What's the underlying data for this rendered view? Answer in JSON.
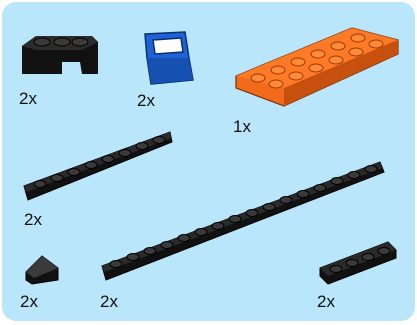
{
  "parts": [
    {
      "name": "black-corner-brick",
      "color": "#111111",
      "qty": "2x"
    },
    {
      "name": "blue-slope-panel",
      "color": "#1e63d6",
      "qty": "2x"
    },
    {
      "name": "orange-plate-2x6",
      "color": "#f26a1b",
      "qty": "1x"
    },
    {
      "name": "black-plate-1x8",
      "color": "#111111",
      "qty": "2x"
    },
    {
      "name": "black-cheese-slope",
      "color": "#111111",
      "qty": "2x"
    },
    {
      "name": "black-plate-1x16",
      "color": "#111111",
      "qty": "2x"
    },
    {
      "name": "black-plate-1x4",
      "color": "#111111",
      "qty": "2x"
    }
  ],
  "colors": {
    "background": "#b9e6fb",
    "text": "#111111"
  }
}
